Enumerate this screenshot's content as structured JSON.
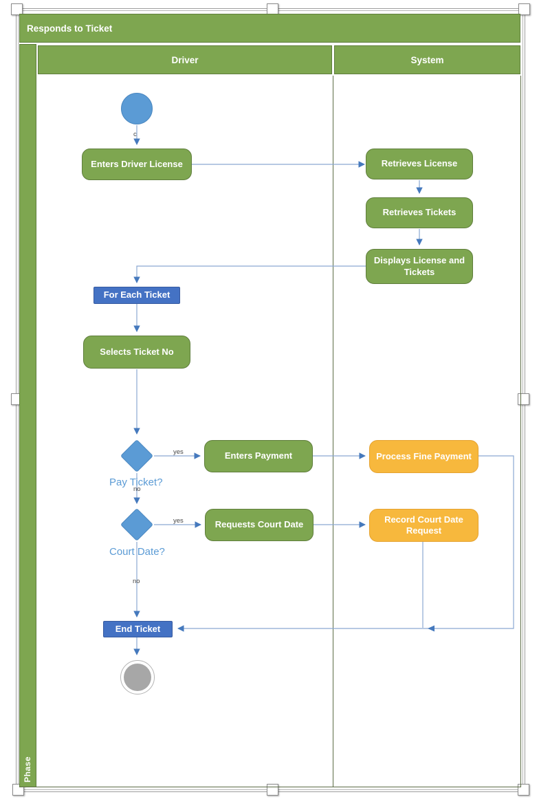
{
  "title": "Responds to Ticket",
  "phase_label": "Phase",
  "lanes": [
    {
      "label": "Driver"
    },
    {
      "label": "System"
    }
  ],
  "nodes": {
    "enters_driver_license": "Enters Driver License",
    "retrieves_license": "Retrieves License",
    "retrieves_tickets": "Retrieves Tickets",
    "displays_license_and_tickets": "Displays License and Tickets",
    "for_each_ticket": "For Each Ticket",
    "selects_ticket_no": "Selects Ticket No",
    "enters_payment": "Enters Payment",
    "process_fine_payment": "Process Fine Payment",
    "requests_court_date": "Requests Court Date",
    "record_court_date_request": "Record Court Date Request",
    "end_ticket": "End Ticket"
  },
  "decisions": {
    "pay_ticket": "Pay Ticket?",
    "court_date": "Court Date?"
  },
  "edge_labels": {
    "start": "c",
    "pay_yes": "yes",
    "pay_no": "no",
    "court_yes": "yes",
    "court_no": "no"
  },
  "colors": {
    "lane_green": "#7EA650",
    "lane_green_border": "#5E7D3B",
    "action_green": "#7EA650",
    "action_green_border": "#5E7D3B",
    "accent_blue": "#5B9BD5",
    "dark_blue": "#4472C4",
    "dark_blue_border": "#35599F",
    "orange": "#F7B83D",
    "orange_border": "#E5A230",
    "connector_blue": "#8AA8D2",
    "arrowhead_blue": "#4579BD",
    "end_node_gray": "#A7A7A7",
    "label_blue": "#5B9BD5",
    "small_label_gray": "#454545"
  }
}
